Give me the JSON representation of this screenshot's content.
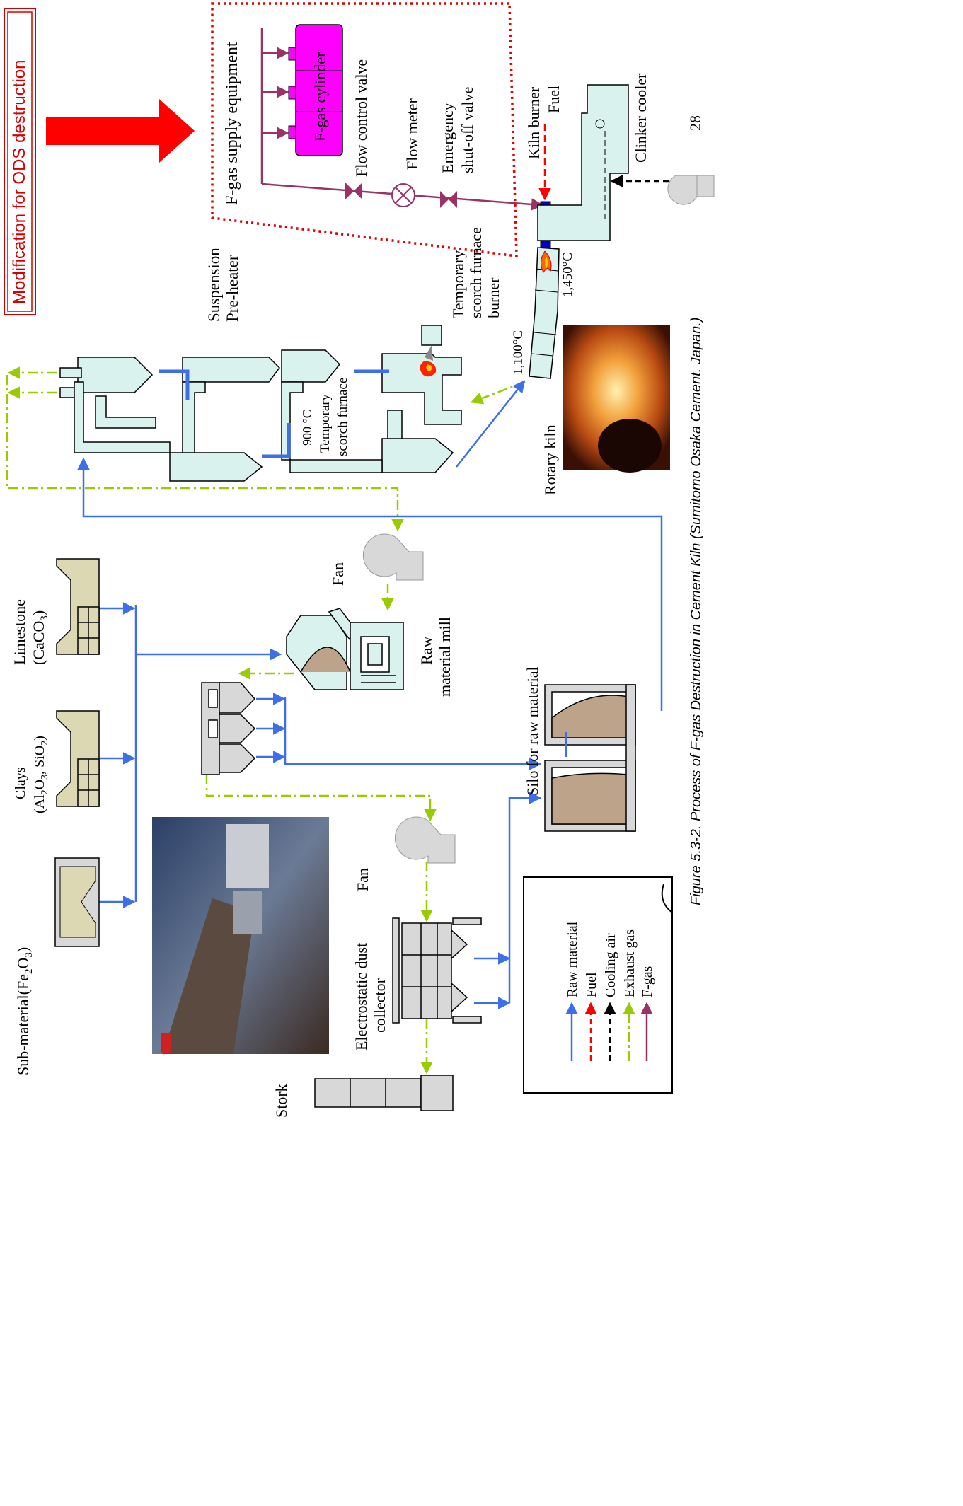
{
  "banner": {
    "text": "Modification for ODS destruction"
  },
  "figure": {
    "caption": "Figure 5.3-2. Process of F-gas Destruction in Cement Kiln (Sumitomo Osaka Cement. Japan.)",
    "page_number": "28"
  },
  "fgas": {
    "supply_label": "F-gas supply equipment",
    "cylinder_label": "F-gas cylinder",
    "flow_control_valve": "Flow control valve",
    "flow_meter": "Flow meter",
    "emergency_valve_1": "Emergency",
    "emergency_valve_2": "shut-off valve"
  },
  "kiln": {
    "burner": "Kiln burner",
    "fuel": "Fuel",
    "clinker_cooler": "Clinker cooler",
    "temp_1450": "1,450°C",
    "temp_1100": "1,100°C",
    "rotary_kiln": "Rotary kiln"
  },
  "preheater": {
    "label_1": "Suspension",
    "label_2": "Pre-heater",
    "temp_900": "900 °C",
    "scorch_furnace_1": "Temporary",
    "scorch_furnace_2": "scorch furnace",
    "burner_1": "Temporary",
    "burner_2": "scorch furnace",
    "burner_3": "burner"
  },
  "materials": {
    "limestone_1": "Limestone",
    "limestone_2": "(CaCO",
    "limestone_sub": "3",
    "limestone_end": ")",
    "clays_1": "Clays",
    "clays_2": "(Al",
    "clays_sub1": "2",
    "clays_mid": "O",
    "clays_sub2": "3",
    "clays_end": ", SiO",
    "clays_sub3": "2",
    "clays_close": ")",
    "sub_material": "Sub-material(Fe",
    "sub_material_sub1": "2",
    "sub_material_mid": "O",
    "sub_material_sub2": "3",
    "sub_material_end": ")"
  },
  "equipment": {
    "fan_top": "Fan",
    "raw_mill_1": "Raw",
    "raw_mill_2": "material mill",
    "silo": "Silo for raw material",
    "fan_bottom": "Fan",
    "esp_1": "Electrostatic dust",
    "esp_2": "collector",
    "stork": "Stork"
  },
  "legend": {
    "items": [
      {
        "label": "Raw material",
        "color": "#3d6fe8",
        "style": "solid"
      },
      {
        "label": "Fuel",
        "color": "#ff0000",
        "style": "dashed"
      },
      {
        "label": "Cooling air",
        "color": "#000000",
        "style": "dashed"
      },
      {
        "label": "Exhaust gas",
        "color": "#99cc00",
        "style": "dashdot"
      },
      {
        "label": "F-gas",
        "color": "#993366",
        "style": "solid"
      }
    ]
  },
  "colors": {
    "raw_material": "#3d6fe8",
    "fuel": "#ff0000",
    "cooling_air": "#000000",
    "exhaust_gas": "#99cc00",
    "fgas": "#993366",
    "equipment_fill": "#d9f2ee",
    "hopper_fill": "#dcd8b4",
    "cylinder_fill": "#ff00ff",
    "banner": "#d40000"
  }
}
